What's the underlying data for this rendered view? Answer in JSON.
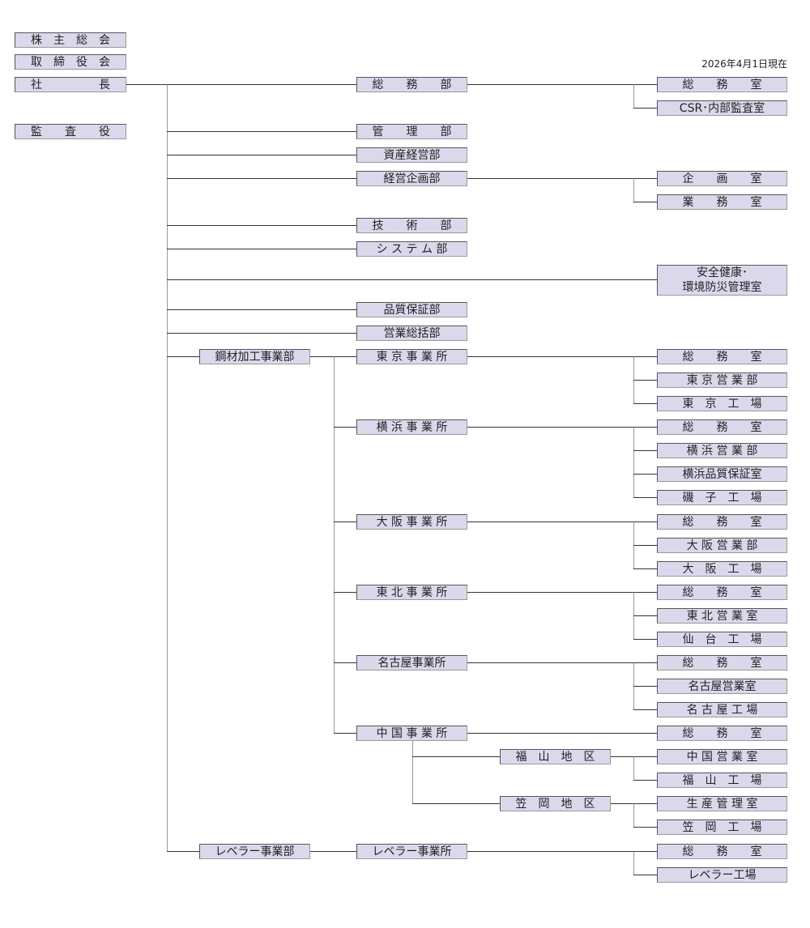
{
  "date_note": "2026年4月1日現在",
  "top": {
    "shareholders": "株　主　総　会",
    "board": "取　締　役　会",
    "president": "社　　　　　長",
    "auditor": "監　　査　　役"
  },
  "divisions": {
    "steel": "鋼材加工事業部",
    "leveler": "レベラー事業部"
  },
  "departments": {
    "general_affairs": "総　　務　　部",
    "management": "管　　理　　部",
    "asset_mgmt": "資産経営部",
    "corp_planning": "経営企画部",
    "technology": "技　　術　　部",
    "system": "シ ス テ ム 部",
    "quality": "品質保証部",
    "sales": "営業総括部",
    "tokyo": "東 京 事 業 所",
    "yokohama": "横 浜 事 業 所",
    "osaka": "大 阪 事 業 所",
    "tohoku": "東 北 事 業 所",
    "nagoya": "名古屋事業所",
    "chugoku": "中 国 事 業 所",
    "leveler_office": "レベラー事業所"
  },
  "districts": {
    "fukuyama": "福　山　地　区",
    "kasaoka": "笠　岡　地　区"
  },
  "sections": {
    "ga_office": "総　　務　　室",
    "csr": "CSR･内部監査室",
    "planning": "企　　画　　室",
    "business": "業　　務　　室",
    "safety": "安全健康･\n環境防災管理室",
    "tokyo_ga": "総　　務　　室",
    "tokyo_sales": "東 京 営 業 部",
    "tokyo_factory": "東　京　工　場",
    "yokohama_ga": "総　　務　　室",
    "yokohama_sales": "横 浜 営 業 部",
    "yokohama_quality": "横浜品質保証室",
    "isogo_factory": "磯　子　工　場",
    "osaka_ga": "総　　務　　室",
    "osaka_sales": "大 阪 営 業 部",
    "osaka_factory": "大　阪　工　場",
    "tohoku_ga": "総　　務　　室",
    "tohoku_sales": "東 北 営 業 室",
    "sendai_factory": "仙　台　工　場",
    "nagoya_ga": "総　　務　　室",
    "nagoya_sales": "名古屋営業室",
    "nagoya_factory": "名 古 屋 工 場",
    "chugoku_ga": "総　　務　　室",
    "chugoku_sales": "中 国 営 業 室",
    "fukuyama_factory": "福　山　工　場",
    "production_mgmt": "生 産 管 理 室",
    "kasaoka_factory": "笠　岡　工　場",
    "leveler_ga": "総　　務　　室",
    "leveler_factory": "レベラー工場"
  }
}
